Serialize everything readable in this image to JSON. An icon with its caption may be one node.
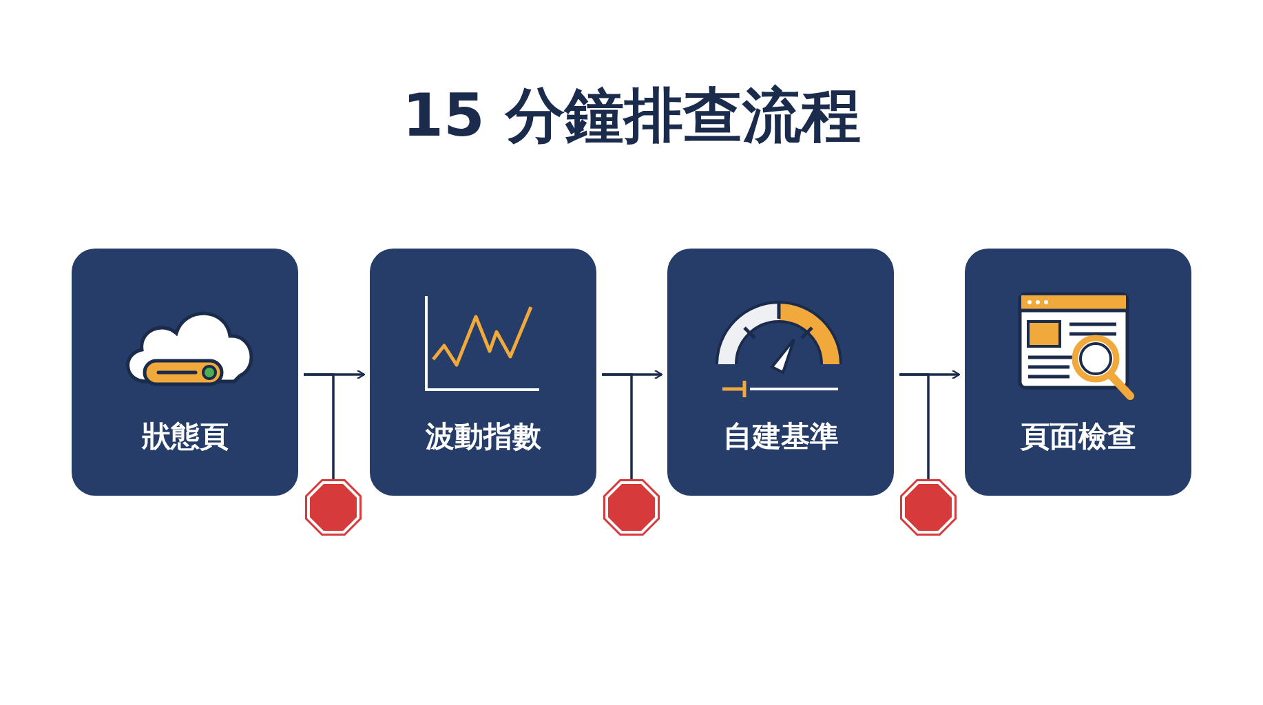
{
  "diagram": {
    "title": "15 分鐘排查流程",
    "nodes": [
      {
        "text": [
          "狀態頁"
        ]
      },
      {
        "text": [],
        "shape": "octagon"
      },
      {
        "text": [
          "波動指數"
        ]
      },
      {
        "text": [],
        "shape": "octagon"
      },
      {
        "text": [
          "自建基準"
        ]
      },
      {
        "text": [],
        "shape": "octagon"
      },
      {
        "text": [
          "頁面檢查"
        ]
      }
    ],
    "edges": [
      {
        "from": 0,
        "to": 2,
        "arrow": "to"
      },
      {
        "from": 0,
        "to": 1,
        "arrow": "none"
      },
      {
        "from": 2,
        "to": 4,
        "arrow": "to"
      },
      {
        "from": 2,
        "to": 3,
        "arrow": "none"
      },
      {
        "from": 4,
        "to": 6,
        "arrow": "to"
      },
      {
        "from": 4,
        "to": 5,
        "arrow": "none"
      }
    ]
  }
}
